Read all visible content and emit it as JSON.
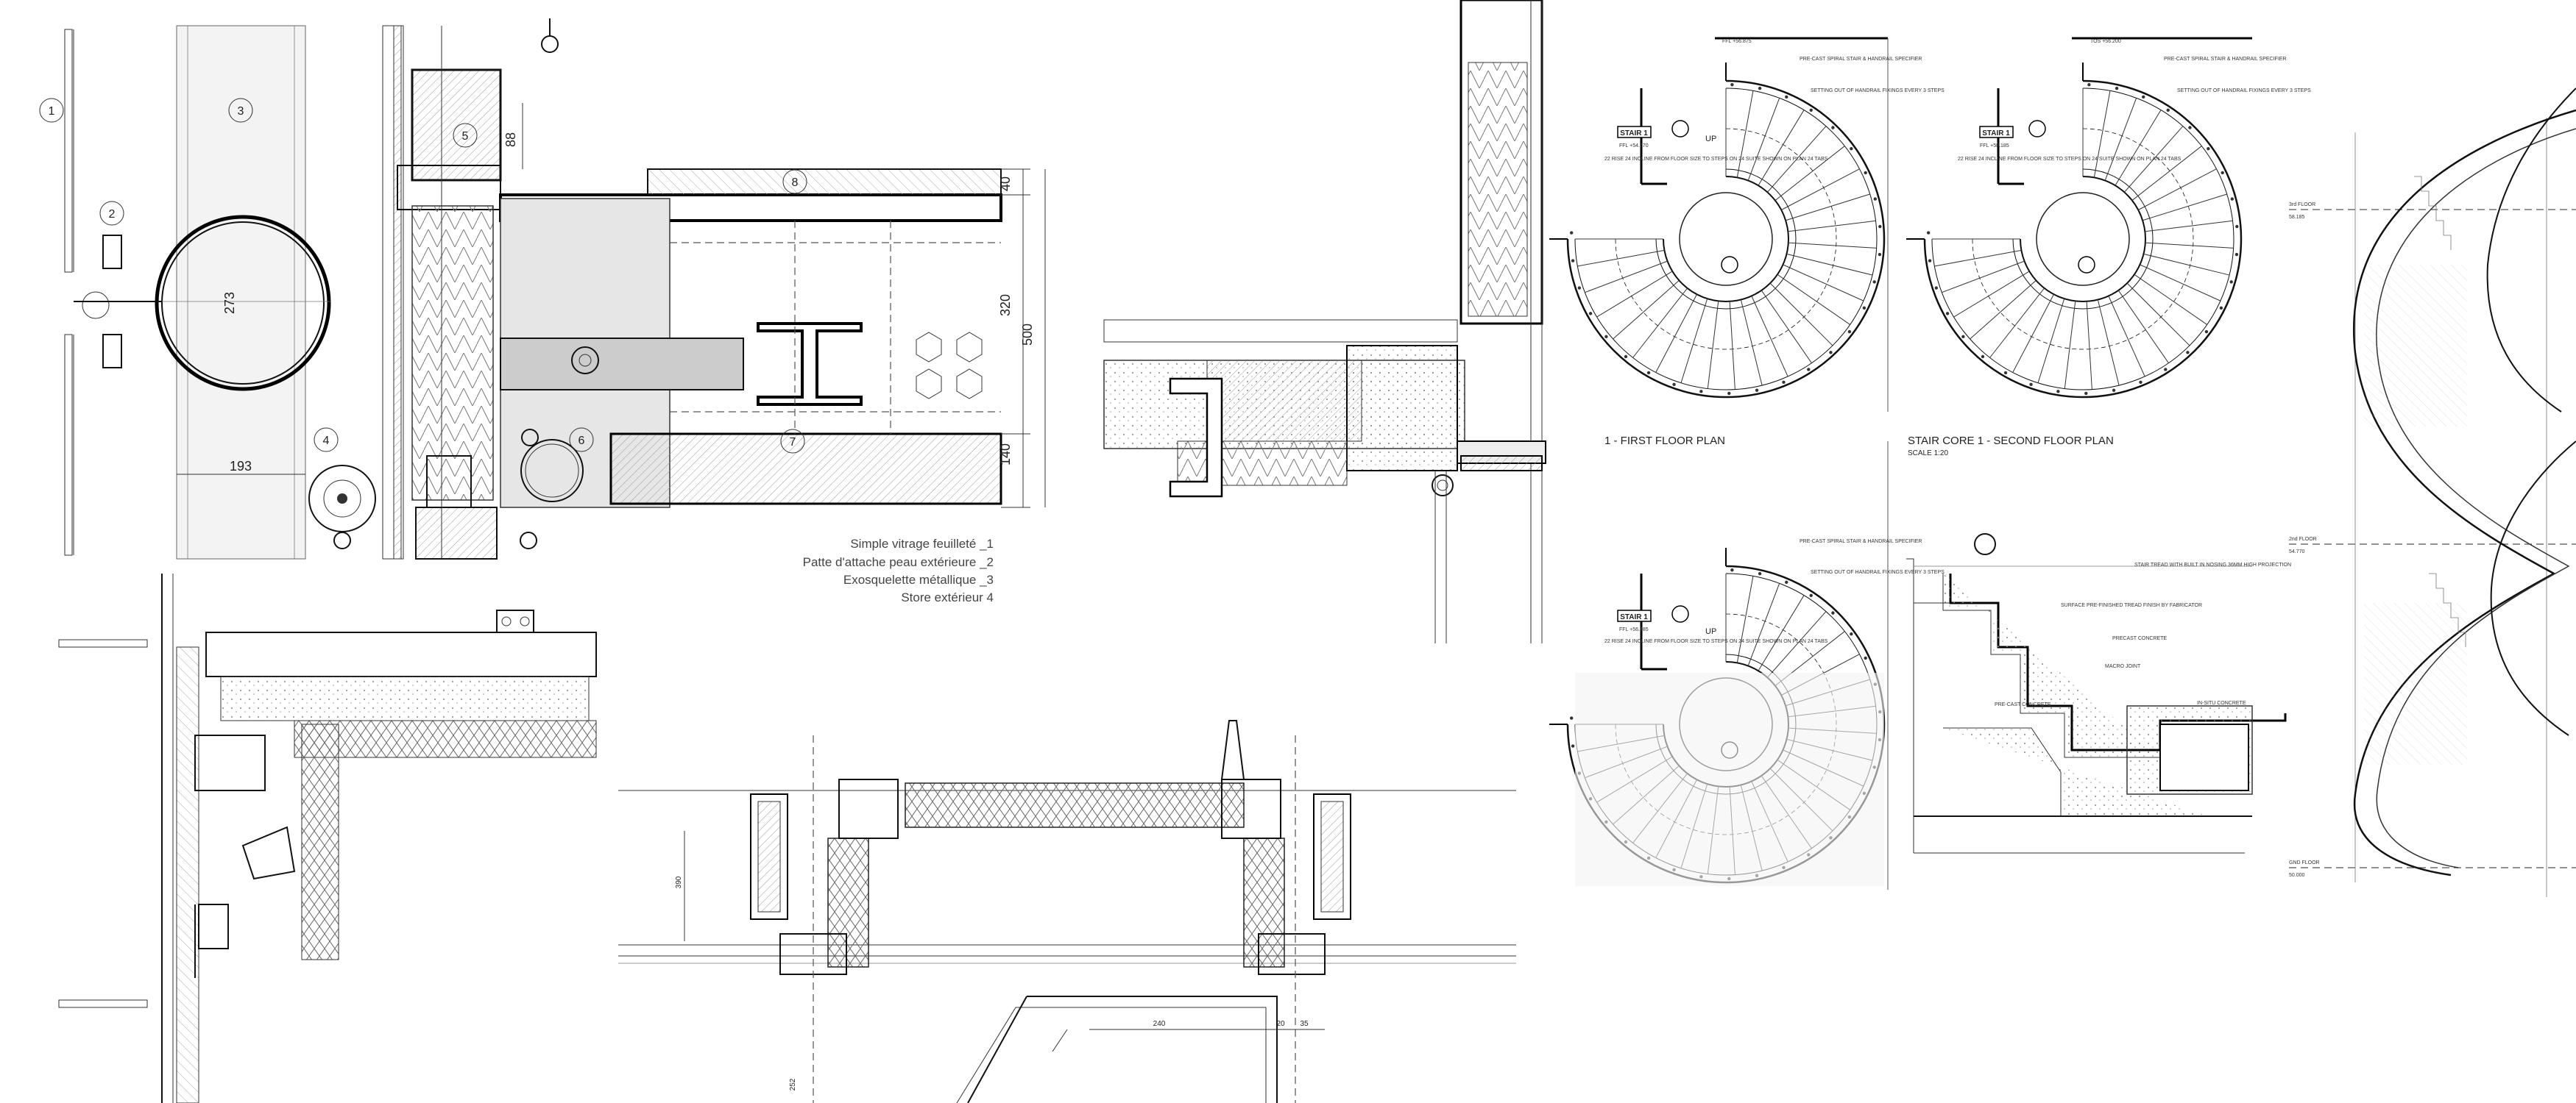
{
  "detail_section": {
    "callouts": [
      "1",
      "2",
      "3",
      "4",
      "5",
      "6",
      "7",
      "8"
    ],
    "dimensions": {
      "tube_diameter": "273",
      "offset": "193",
      "top": "40",
      "middle": "320",
      "total": "500",
      "bottom": "140",
      "vertical": "88"
    },
    "legend": [
      "Simple vitrage feuilleté _1",
      "Patte d'attache peau extérieure _2",
      "Exosquelette métallique _3",
      "Store extérieur  4"
    ]
  },
  "plan_detail": {
    "dimensions": {
      "a": "240",
      "b": "20",
      "c": "35",
      "left": "390",
      "bottom": "252"
    }
  },
  "stair_plans": {
    "first_floor_title": "1 - FIRST FLOOR PLAN",
    "second_floor_title": "STAIR CORE 1 - SECOND FLOOR PLAN",
    "second_floor_scale": "SCALE 1:20",
    "stair_tag": "STAIR 1",
    "up_label": "UP",
    "ffl_1": "FFL +54.770",
    "ffl_2": "FFL +58.185",
    "ffl_3": "FFL +56.485",
    "tos_1": "FFL +56.875",
    "tos_2": "TOS +56.200",
    "note_stair": "PRE-CAST SPIRAL STAIR & HANDRAIL SPECIFIER",
    "note_finish": "SETTING OUT OF HANDRAIL FIXINGS EVERY 3 STEPS",
    "note_limit": "22 RISE 24 INCLINE FROM FLOOR SIZE TO STEPS ON 24 SUITE SHOWN ON PLAN 24 TABS",
    "section_notes": [
      "STAIR TREAD WITH BUILT IN NOSING 36MM HIGH PROJECTION",
      "SURFACE PRE-FINISHED TREAD FINISH BY FABRICATOR",
      "PRECAST CONCRETE",
      "MACRO JOINT",
      "IN-SITU CONCRETE",
      "PRE-CAST CONCRETE"
    ]
  },
  "section_elevation": {
    "levels": [
      "3rd FLOOR",
      "2nd FLOOR",
      "GND FLOOR"
    ],
    "level_values": [
      "58.185",
      "54.770",
      "50.000"
    ]
  }
}
